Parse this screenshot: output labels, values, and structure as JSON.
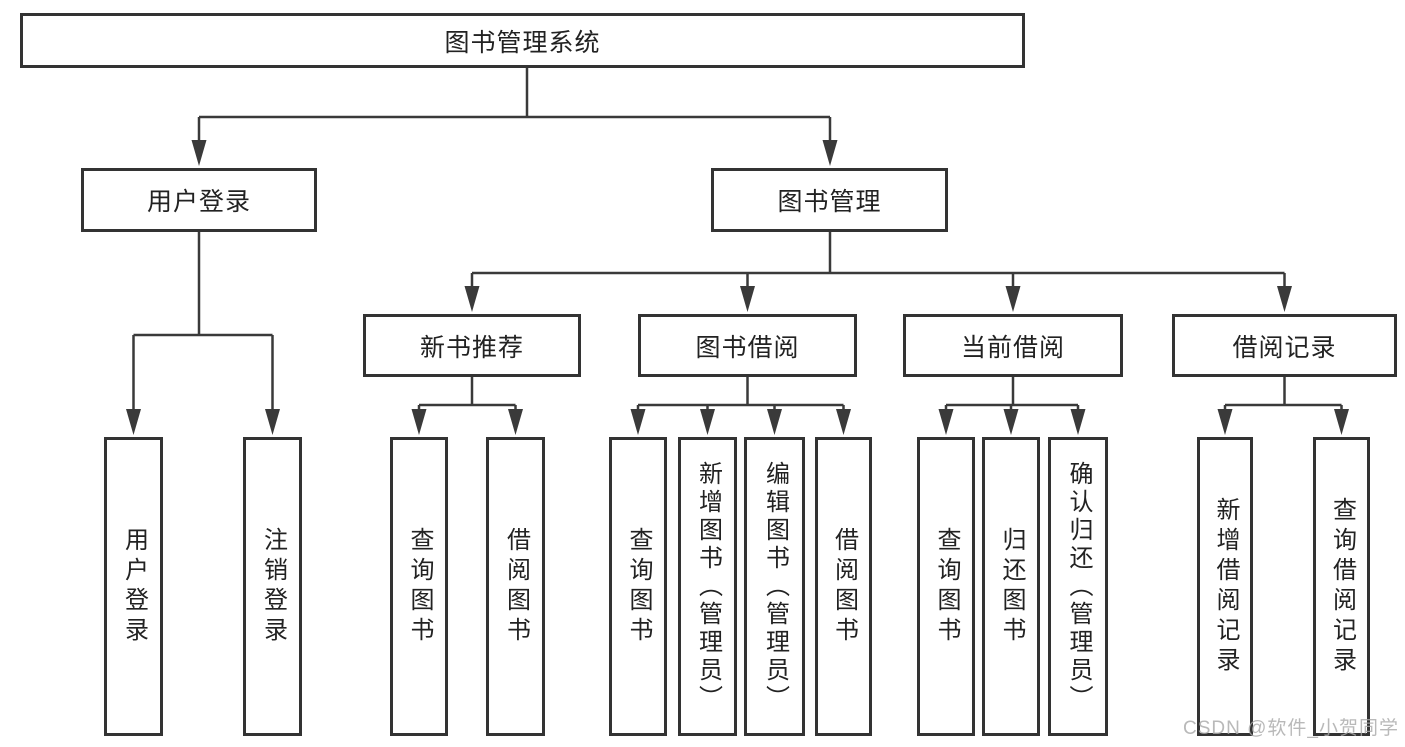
{
  "diagram_title": "图书管理系统",
  "nodes": {
    "root": {
      "label": "图书管理系统"
    },
    "user_login": {
      "label": "用户登录",
      "children": [
        {
          "label": "用户登录"
        },
        {
          "label": "注销登录"
        }
      ]
    },
    "book_mgmt": {
      "label": "图书管理",
      "sections": [
        {
          "label": "新书推荐",
          "children": [
            {
              "label": "查询图书"
            },
            {
              "label": "借阅图书"
            }
          ]
        },
        {
          "label": "图书借阅",
          "children": [
            {
              "label": "查询图书"
            },
            {
              "label": "新增图书（管理员）"
            },
            {
              "label": "编辑图书（管理员）"
            },
            {
              "label": "借阅图书"
            }
          ]
        },
        {
          "label": "当前借阅",
          "children": [
            {
              "label": "查询图书"
            },
            {
              "label": "归还图书"
            },
            {
              "label": "确认归还（管理员）"
            }
          ]
        },
        {
          "label": "借阅记录",
          "children": [
            {
              "label": "新增借阅记录"
            },
            {
              "label": "查询借阅记录"
            }
          ]
        }
      ]
    }
  },
  "watermark": {
    "text": "CSDN @软件_小贺同学"
  },
  "colors": {
    "line": "#3a3a3a",
    "box_border": "#333333",
    "text": "#222222",
    "background": "#ffffff",
    "watermark": "#aaaaaa"
  }
}
